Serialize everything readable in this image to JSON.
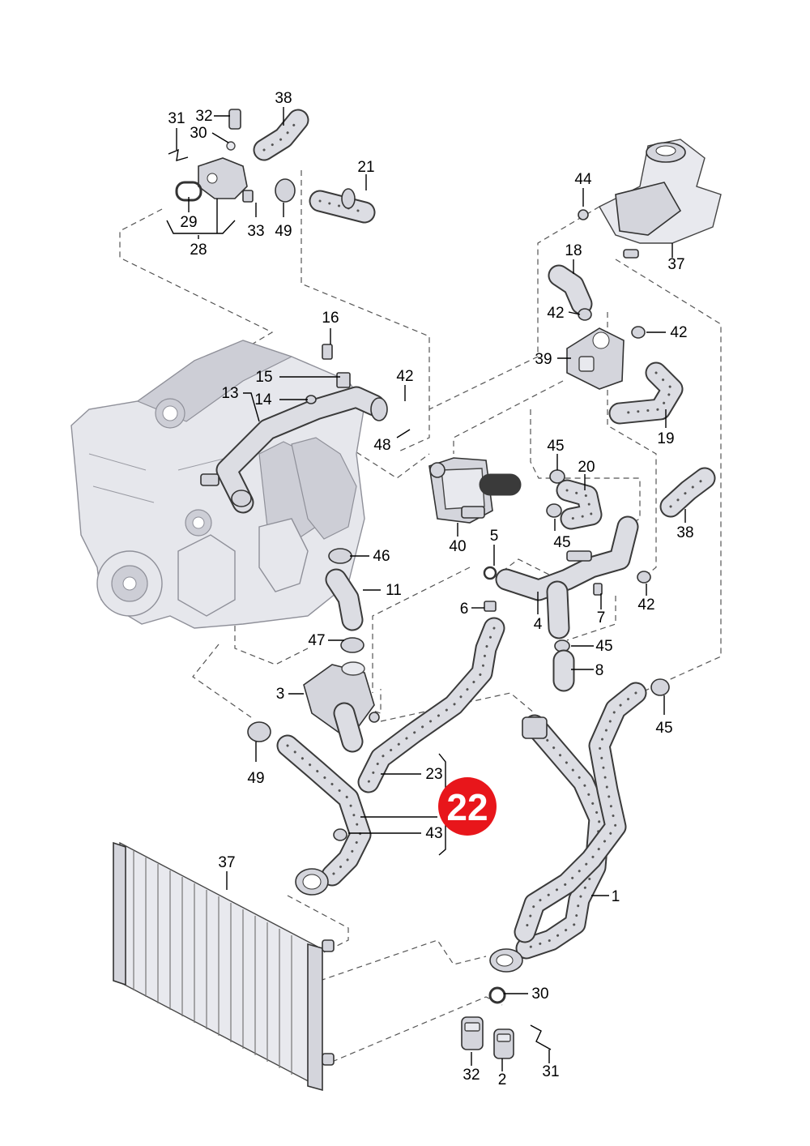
{
  "badge": {
    "label": "22",
    "color": "#e8161b"
  },
  "labels": {
    "l1": "1",
    "l2": "2",
    "l3": "3",
    "l4": "4",
    "l5": "5",
    "l6": "6",
    "l7": "7",
    "l8": "8",
    "l11": "11",
    "l13": "13",
    "l14": "14",
    "l15": "15",
    "l16": "16",
    "l18": "18",
    "l19": "19",
    "l20": "20",
    "l21": "21",
    "l23": "23",
    "l28": "28",
    "l29": "29",
    "l30a": "30",
    "l30b": "30",
    "l31a": "31",
    "l31b": "31",
    "l32a": "32",
    "l32b": "32",
    "l33": "33",
    "l37a": "37",
    "l37b": "37",
    "l38a": "38",
    "l38b": "38",
    "l39": "39",
    "l40": "40",
    "l42a": "42",
    "l42b": "42",
    "l42c": "42",
    "l42d": "42",
    "l43": "43",
    "l44": "44",
    "l45a": "45",
    "l45b": "45",
    "l45c": "45",
    "l45d": "45",
    "l46": "46",
    "l47": "47",
    "l48": "48",
    "l49a": "49",
    "l49b": "49"
  }
}
